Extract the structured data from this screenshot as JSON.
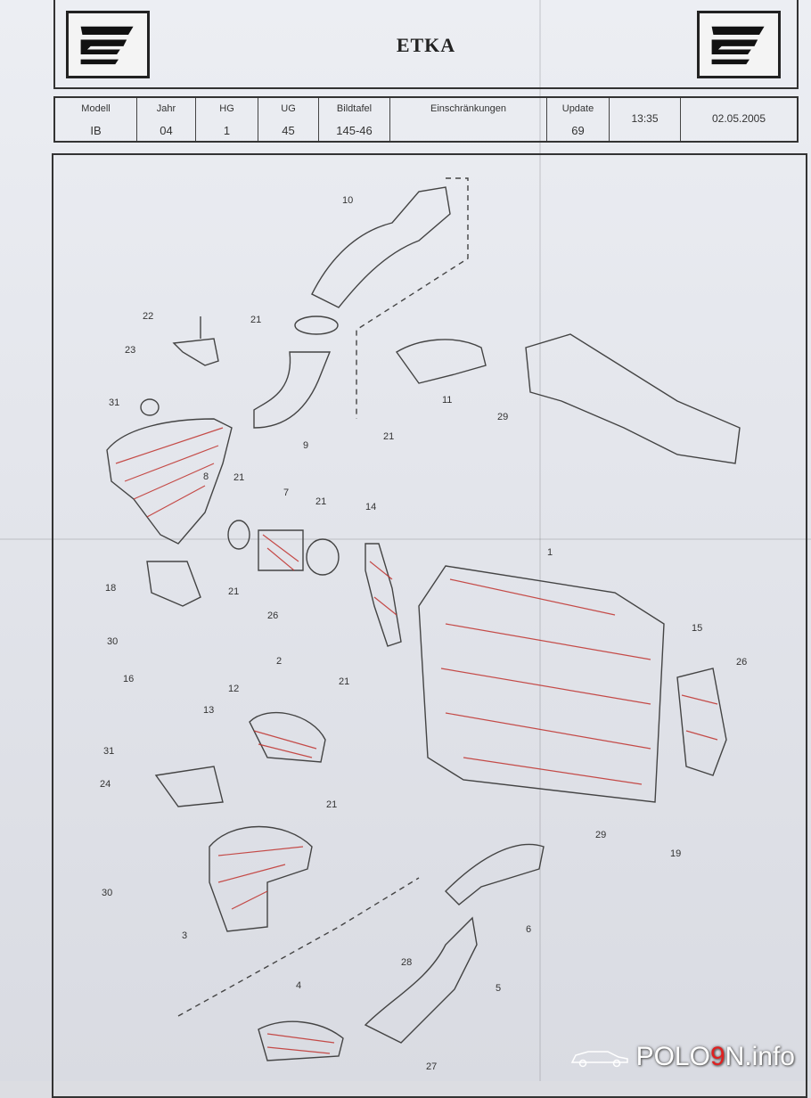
{
  "header": {
    "title": "ETKA"
  },
  "info_table": {
    "cells": [
      {
        "label": "Modell",
        "value": "IB"
      },
      {
        "label": "Jahr",
        "value": "04"
      },
      {
        "label": "HG",
        "value": "1"
      },
      {
        "label": "UG",
        "value": "45"
      },
      {
        "label": "Bildtafel",
        "value": "145-46"
      },
      {
        "label": "Einschränkungen",
        "value": ""
      },
      {
        "label": "Update",
        "value": "69"
      }
    ],
    "time": "13:35",
    "date": "02.05.2005"
  },
  "diagram": {
    "callouts": [
      "10",
      "22",
      "21",
      "23",
      "31",
      "8",
      "21",
      "9",
      "21",
      "11",
      "29",
      "7",
      "21",
      "14",
      "1",
      "18",
      "21",
      "26",
      "30",
      "2",
      "15",
      "26",
      "16",
      "13",
      "12",
      "21",
      "31",
      "24",
      "21",
      "19",
      "29",
      "30",
      "3",
      "28",
      "6",
      "4",
      "5",
      "27"
    ],
    "marker_color": "#c0302c"
  },
  "watermark": {
    "prefix": "POLO",
    "nine": "9",
    "suffix": "N.info",
    "accent": "#e02020"
  }
}
